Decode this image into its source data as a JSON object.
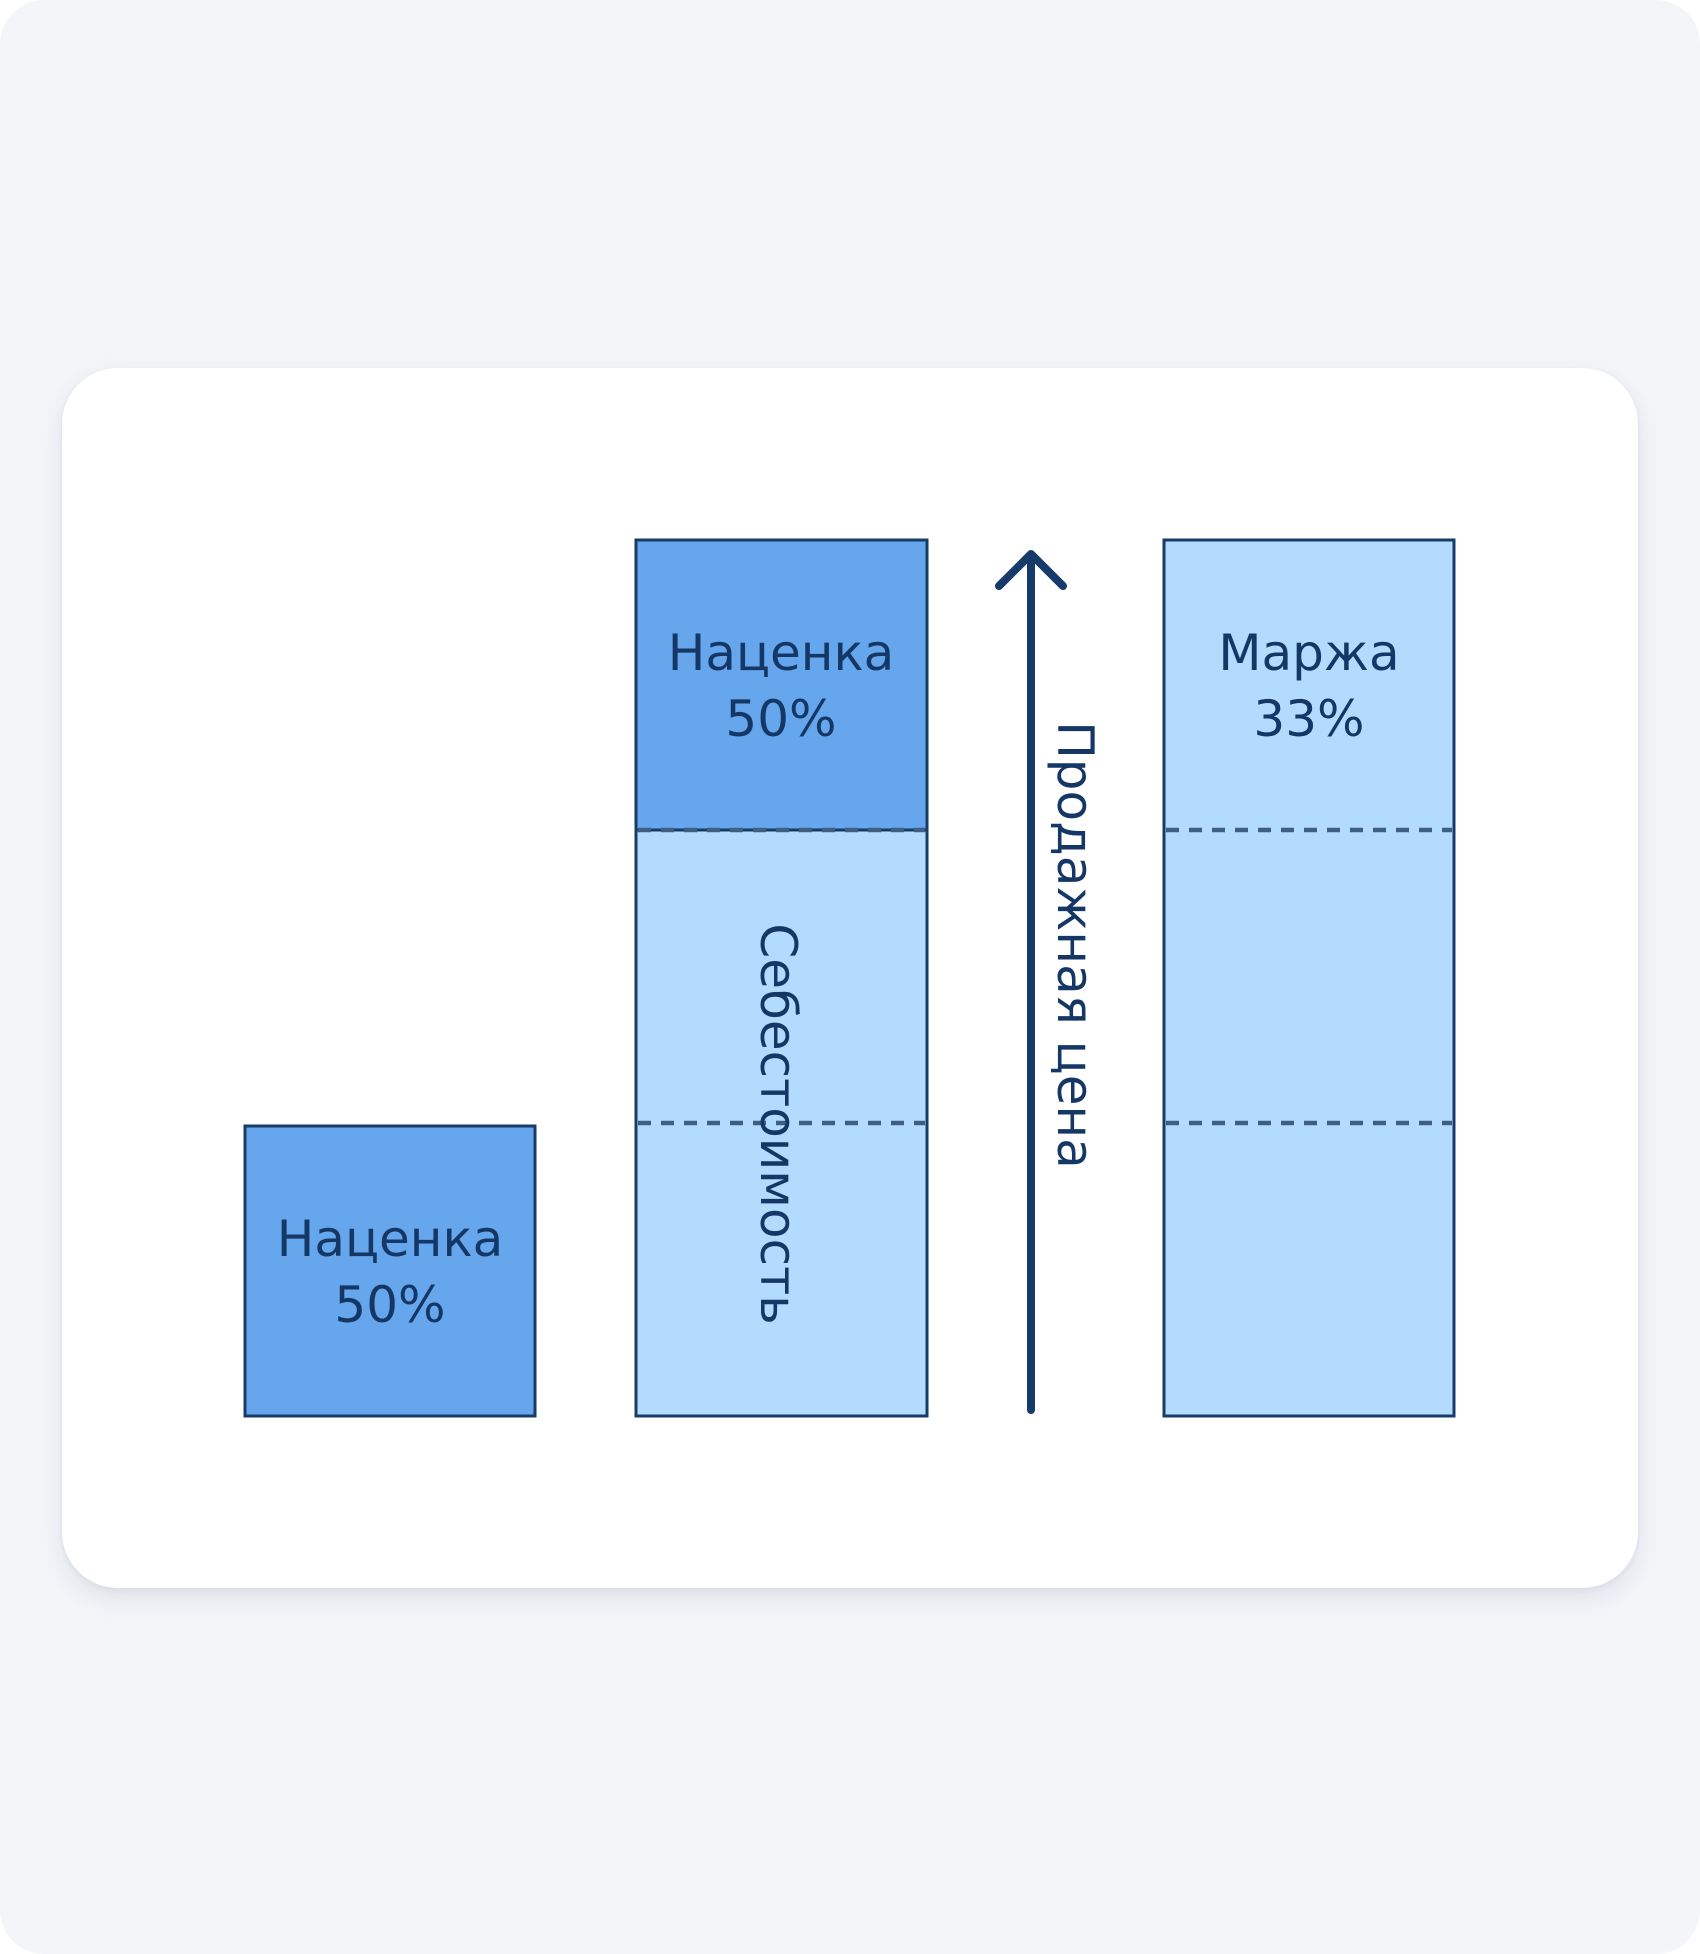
{
  "diagram": {
    "colors": {
      "markup_fill": "#65a6ec",
      "cost_fill": "#b3dbfd",
      "outline": "#173c66",
      "dash": "#3e5f83",
      "arrow": "#163a6a",
      "text": "#143766"
    },
    "markup_block": {
      "title": "Наценка",
      "value": "50%"
    },
    "price_column": {
      "markup_title": "Наценка",
      "markup_value": "50%",
      "cost_label": "Себестоимость"
    },
    "price_arrow": {
      "label": "Продажная цена"
    },
    "margin_column": {
      "title": "Маржа",
      "value": "33%"
    }
  }
}
